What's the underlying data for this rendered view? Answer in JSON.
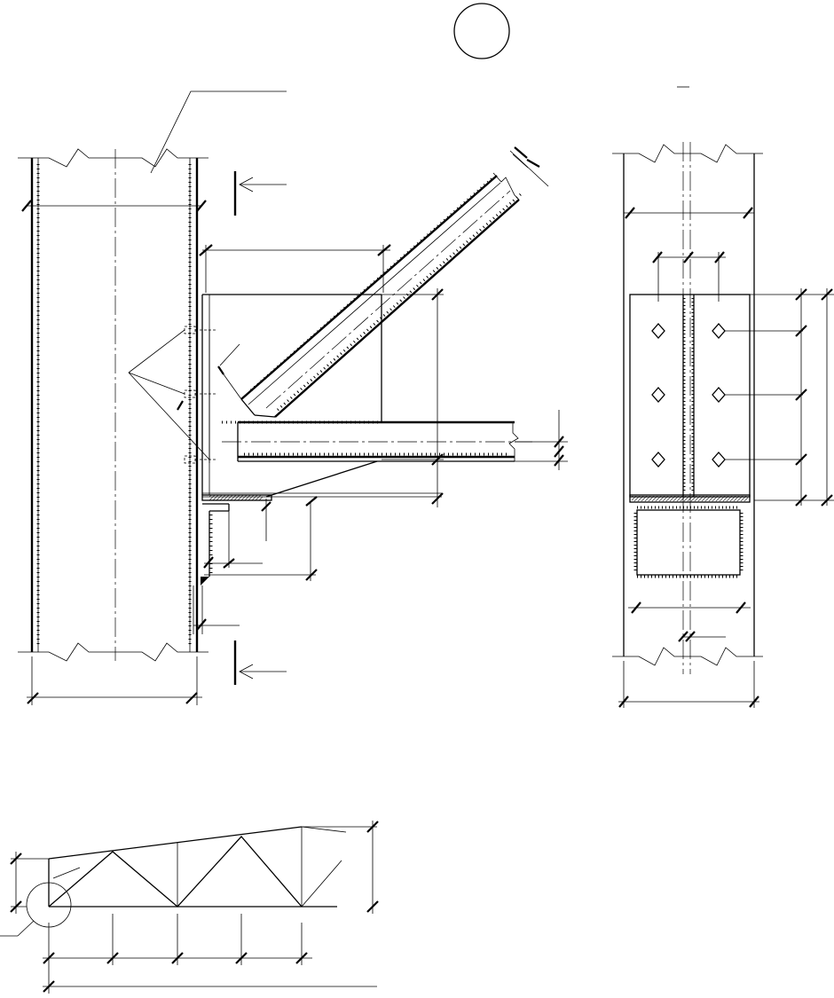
{
  "drawing": {
    "detail_marker_label": "",
    "section_label": "",
    "views": [
      "elevation",
      "section",
      "truss-key-plan"
    ]
  },
  "colors": {
    "line": "#000000",
    "background": "#ffffff"
  }
}
